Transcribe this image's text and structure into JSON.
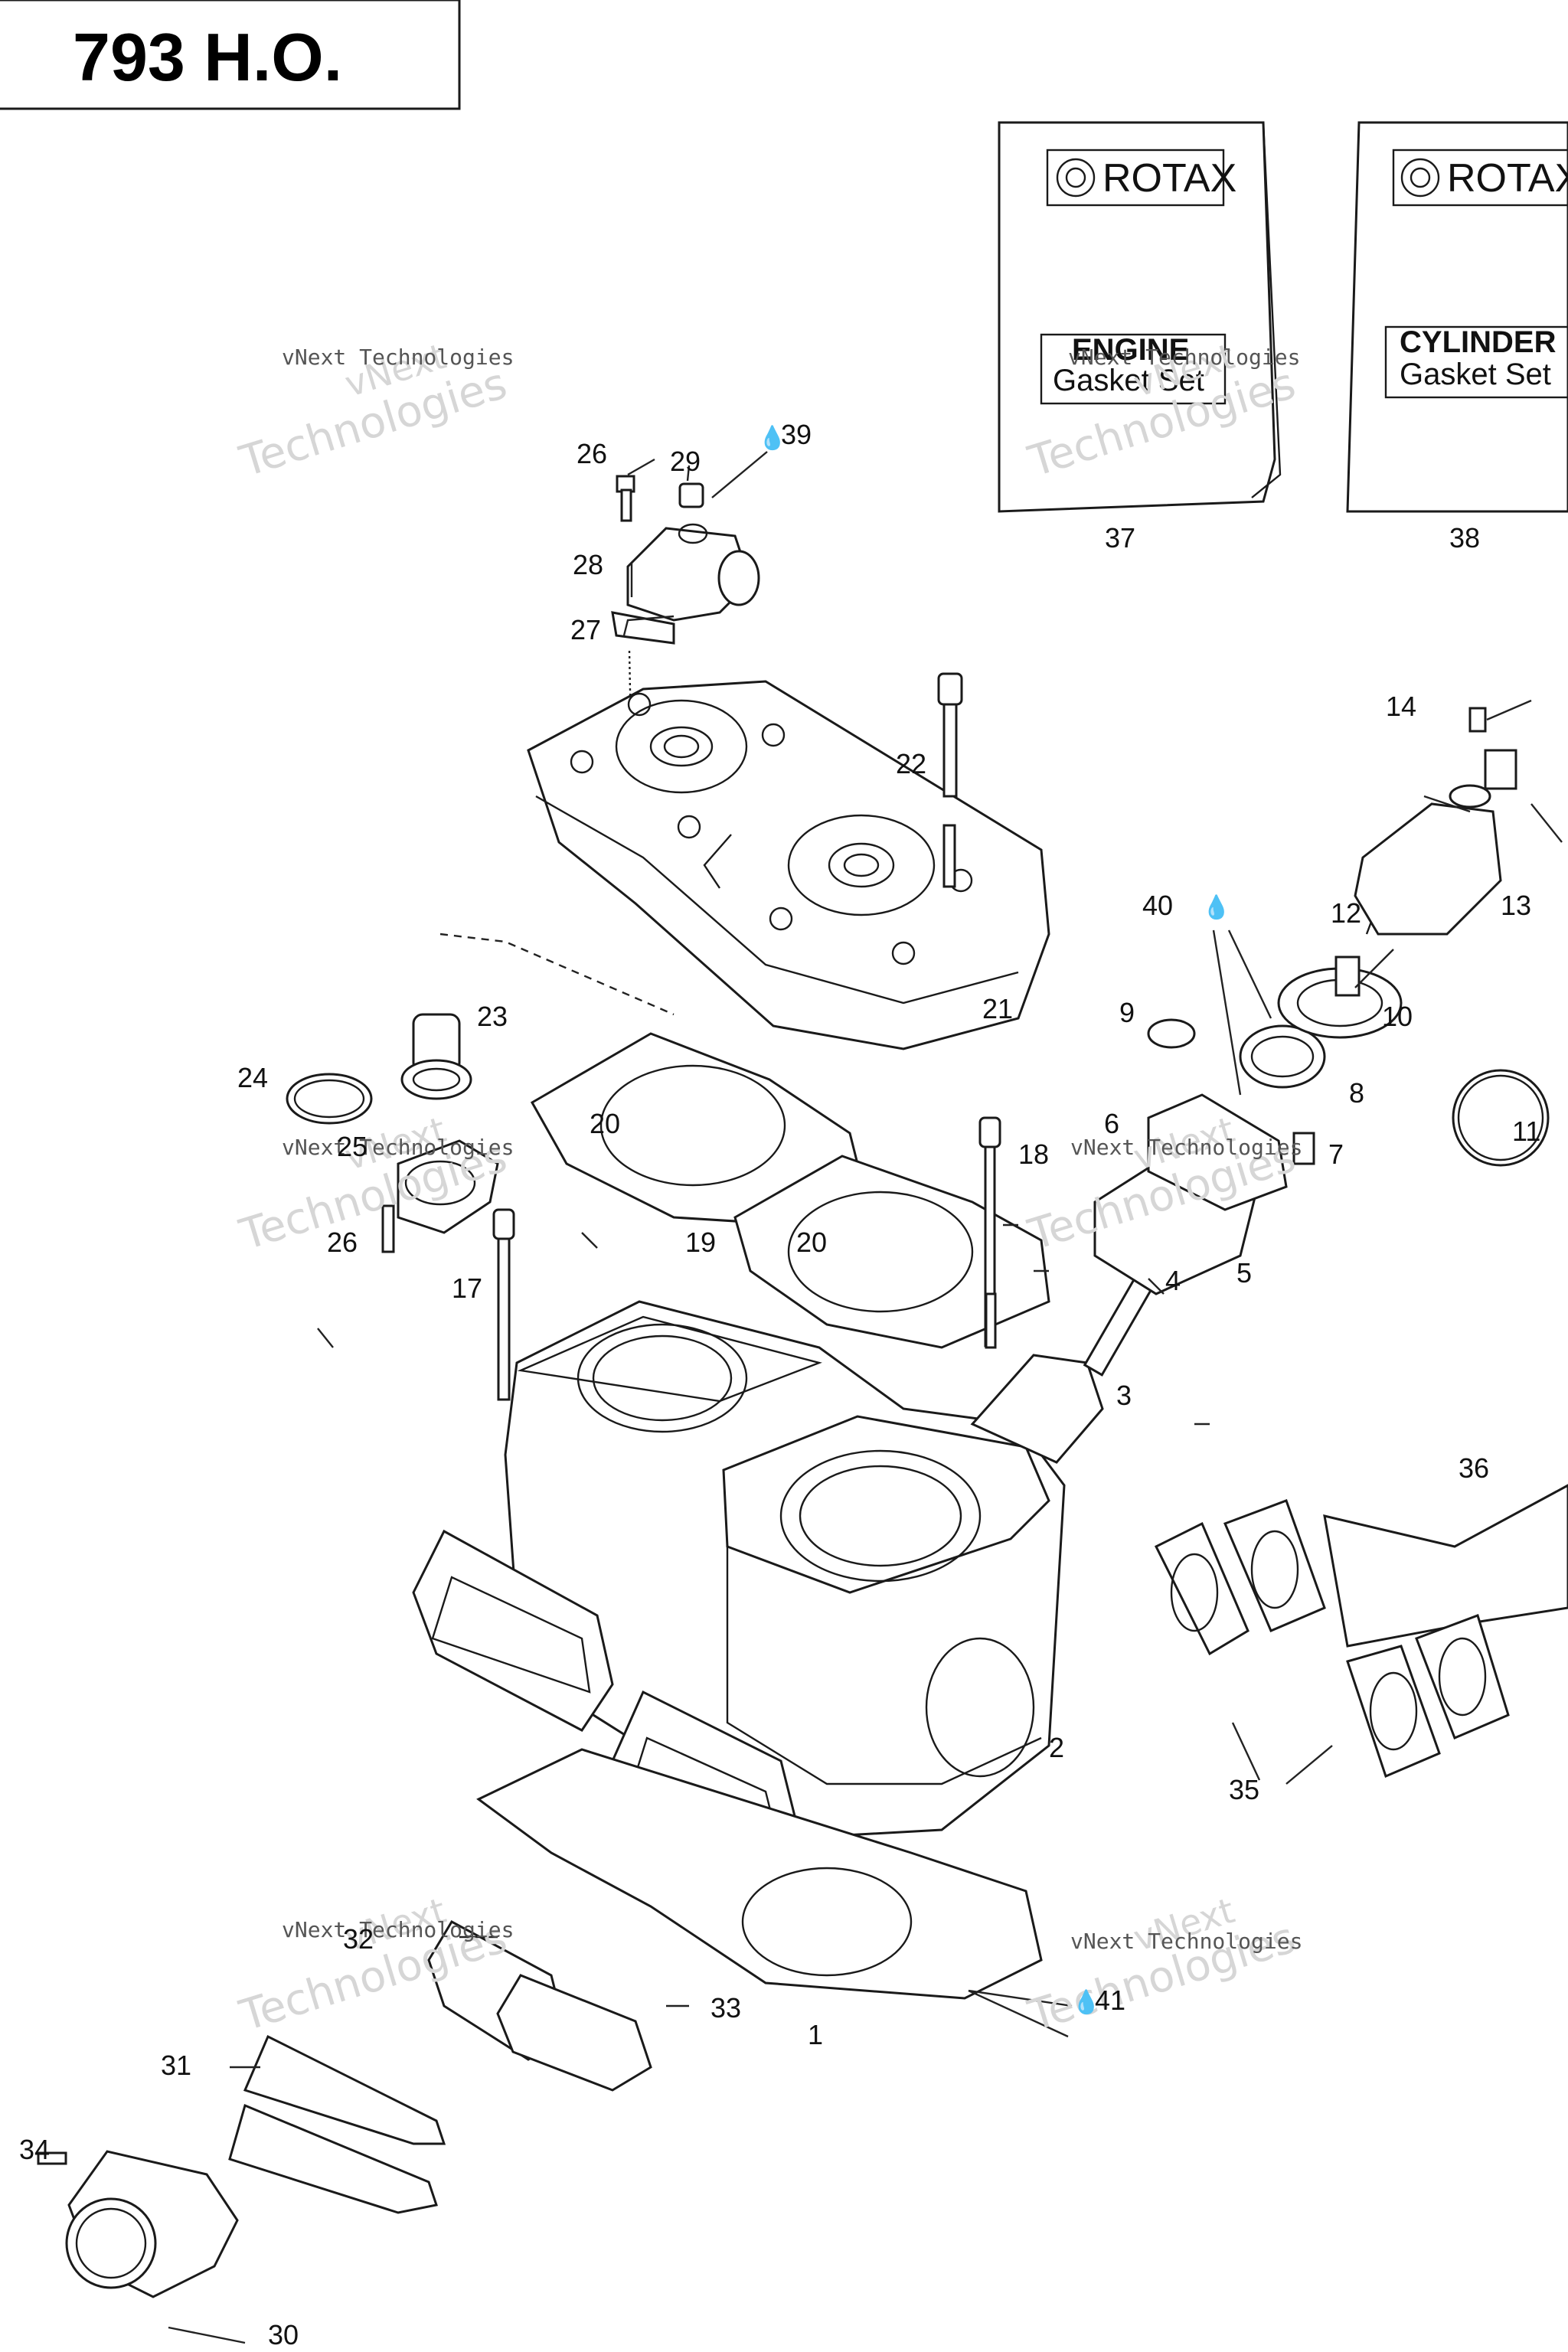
{
  "title": "793 H.O.",
  "kits": [
    {
      "brand": "ROTAX",
      "line1": "ENGINE",
      "line2": "Gasket Set",
      "number": "37"
    },
    {
      "brand": "ROTAX",
      "line1": "CYLINDER",
      "line2": "Gasket Set",
      "number": "38"
    }
  ],
  "watermark": {
    "line1": "vNext",
    "line2": "Technologies",
    "small": "vNext Technologies"
  },
  "labels": {
    "n1": "1",
    "n2": "2",
    "n3": "3",
    "n4": "4",
    "n5": "5",
    "n6": "6",
    "n7": "7",
    "n8": "8",
    "n9": "9",
    "n10": "10",
    "n11": "11",
    "n12": "12",
    "n13": "13",
    "n14": "14",
    "n17": "17",
    "n18": "18",
    "n19": "19",
    "n20a": "20",
    "n20b": "20",
    "n21": "21",
    "n22": "22",
    "n23": "23",
    "n24": "24",
    "n25": "25",
    "n26a": "26",
    "n26b": "26",
    "n27": "27",
    "n28": "28",
    "n29": "29",
    "n30": "30",
    "n31": "31",
    "n32": "32",
    "n33": "33",
    "n34": "34",
    "n35": "35",
    "n36": "36",
    "n39": "39",
    "n40": "40",
    "n41": "41"
  }
}
